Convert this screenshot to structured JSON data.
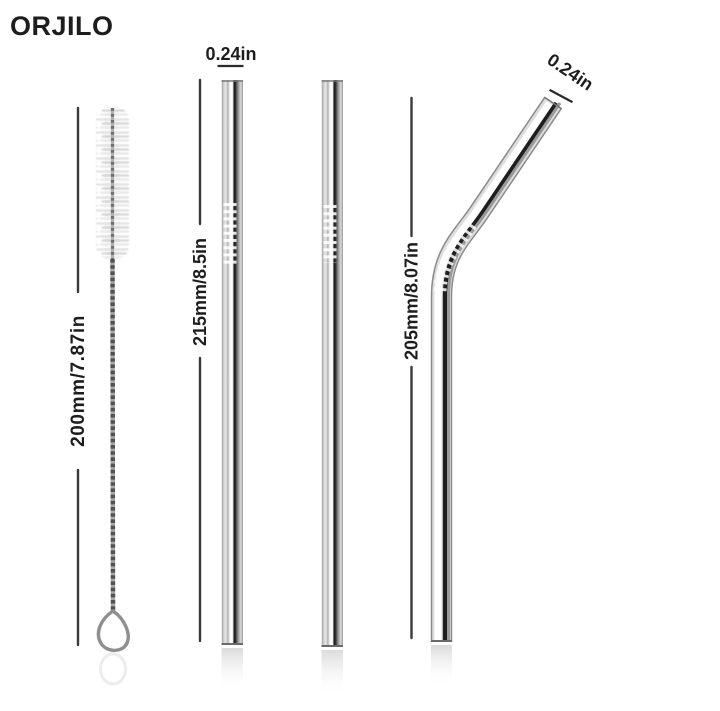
{
  "brand": "ORJILO",
  "colors": {
    "background": "#ffffff",
    "ink": "#1d1d1d",
    "dimension_line": "#3a3a3a",
    "metal_highlight": "#ffffff",
    "metal_dark": "#151515",
    "bristle_gray": "#e0e0e0"
  },
  "products": {
    "brush": {
      "name": "cleaning-brush",
      "length_label": "200mm/7.87in"
    },
    "straw1": {
      "name": "straight-straw",
      "diameter_label": "0.24in",
      "length_label": "215mm/8.5in"
    },
    "straw2": {
      "name": "straight-straw"
    },
    "bent": {
      "name": "bent-straw",
      "diameter_label": "0.24in",
      "length_label": "205mm/8.07in"
    }
  }
}
